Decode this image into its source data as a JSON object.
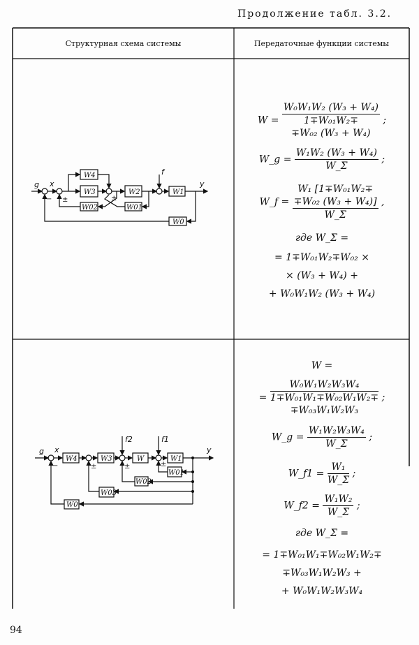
{
  "header": {
    "continuation": "Продолжение табл. 3.2."
  },
  "table": {
    "col_headers": [
      "Структурная схема системы",
      "Передаточные функции системы"
    ],
    "rows": [
      {
        "diagram": {
          "g": "g",
          "x": "x",
          "f": "f",
          "y": "y",
          "minus": "−",
          "pm1": "±",
          "pm2": "±",
          "blocks": [
            "W4",
            "W3",
            "W2",
            "W1",
            "W02",
            "W01",
            "W0"
          ]
        },
        "formulas": {
          "w_lhs": "W =",
          "w_num": "W₀W₁W₂ (W₃ + W₄)",
          "w_den1": "1∓W₀₁W₂∓",
          "w_den2": "∓W₀₂ (W₃ + W₄)",
          "wg_lhs": "W_g =",
          "wg_num": "W₁W₂ (W₃ + W₄)",
          "wsigma": "W_Σ",
          "wf_lhs": "W_f =",
          "wf_num1": "W₁ [1∓W₀₁W₂∓",
          "wf_num2": "∓W₀₂ (W₃ + W₄)]",
          "where": "где W_Σ =",
          "ws1": "= 1∓W₀₁W₂∓W₀₂ ×",
          "ws2": "× (W₃ + W₄) +",
          "ws3": "+ W₀W₁W₂ (W₃ + W₄)"
        }
      },
      {
        "diagram": {
          "g": "g",
          "x": "x",
          "f1": "f1",
          "f2": "f2",
          "y": "y",
          "minus": "−",
          "pm1": "±",
          "pm2": "±",
          "pm3": "±",
          "blocks": [
            "W4",
            "W3",
            "W",
            "W1",
            "W01",
            "W02",
            "W03",
            "W0"
          ]
        },
        "formulas": {
          "w_top": "W =",
          "w_num": "W₀W₁W₂W₃W₄",
          "w_den1": "1∓W₀₁W₁∓W₀₂W₁W₂∓",
          "w_den2": "∓W₀₃W₁W₂W₃",
          "wg_lhs": "W_g =",
          "wg_num": "W₁W₂W₃W₄",
          "wsigma": "W_Σ",
          "wf1_lhs": "W_f1 =",
          "wf1_num": "W₁",
          "wf2_lhs": "W_f2 =",
          "wf2_num": "W₁W₂",
          "where": "где W_Σ =",
          "ws1": "= 1∓W₀₁W₁∓W₀₂W₁W₂∓",
          "ws2": "∓W₀₃W₁W₂W₃ +",
          "ws3": "+ W₀W₁W₂W₃W₄"
        }
      }
    ]
  },
  "footer": {
    "page_number": "94"
  }
}
